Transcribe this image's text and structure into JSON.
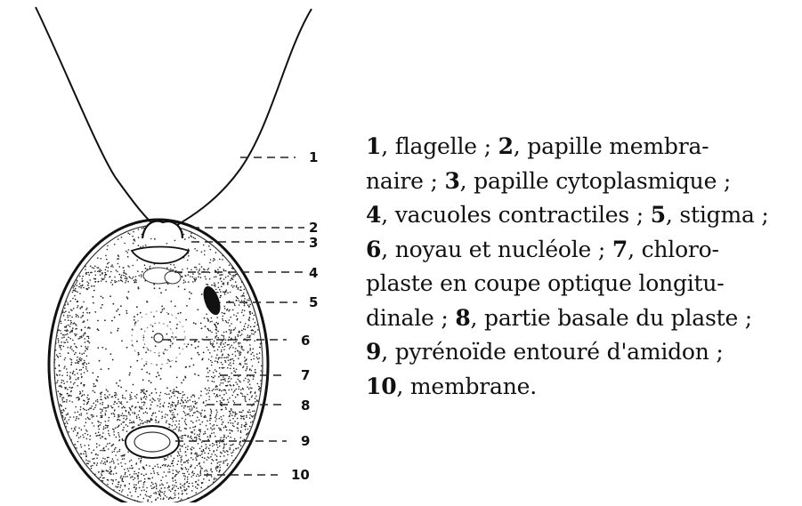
{
  "figure": {
    "callouts": [
      "1",
      "2",
      "3",
      "4",
      "5",
      "6",
      "7",
      "8",
      "9",
      "10"
    ]
  },
  "legend": {
    "lines": [
      [
        {
          "n": "1",
          "t": ", flagelle ; "
        },
        {
          "n": "2",
          "t": ", papille membra-"
        }
      ],
      [
        {
          "n": "",
          "t": "naire ; "
        },
        {
          "n": "3",
          "t": ", papille cytoplasmique ;"
        }
      ],
      [
        {
          "n": "4",
          "t": ", vacuoles contractiles ; "
        },
        {
          "n": "5",
          "t": ", stigma ;"
        }
      ],
      [
        {
          "n": "6",
          "t": ", noyau et nucléole ; "
        },
        {
          "n": "7",
          "t": ", chloro-"
        }
      ],
      [
        {
          "n": "",
          "t": "plaste en coupe optique longitu-"
        }
      ],
      [
        {
          "n": "",
          "t": "dinale ; "
        },
        {
          "n": "8",
          "t": ", partie basale du plaste ;"
        }
      ],
      [
        {
          "n": "9",
          "t": ", pyrénoïde entouré d'amidon ;"
        }
      ],
      [
        {
          "n": "10",
          "t": ", membrane."
        }
      ]
    ]
  }
}
